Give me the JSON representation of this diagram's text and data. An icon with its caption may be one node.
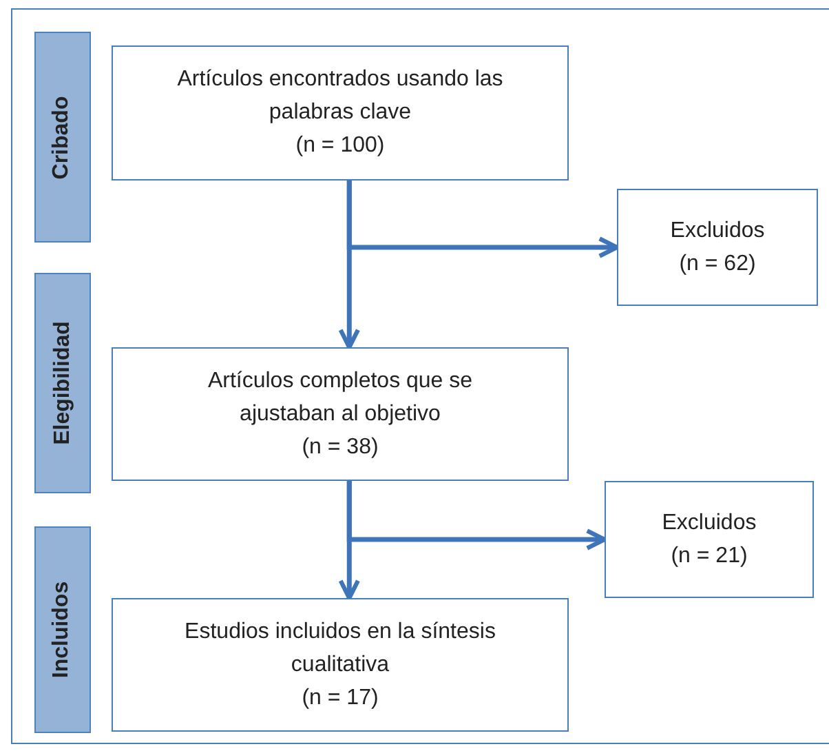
{
  "diagram": {
    "nodes": [
      {
        "text": [
          "Cribado"
        ]
      },
      {
        "text": [
          "Artículos encontrados usando las palabras clave",
          "(n = 100)"
        ]
      },
      {
        "text": [
          "Excluidos",
          "(n = 62)"
        ]
      },
      {
        "text": [
          "Elegibilidad"
        ]
      },
      {
        "text": [
          "Artículos completos que se ajustaban al objetivo",
          "(n = 38)"
        ]
      },
      {
        "text": [
          "Excluidos",
          "(n = 21)"
        ]
      },
      {
        "text": [
          "Incluidos"
        ]
      },
      {
        "text": [
          "Estudios incluidos en la síntesis cualitativa",
          "(n = 17)"
        ]
      }
    ],
    "edges": [
      {
        "from": 1,
        "to": 4,
        "arrow": "to"
      },
      {
        "from": 1,
        "to": 2,
        "arrow": "to"
      },
      {
        "from": 4,
        "to": 7,
        "arrow": "to"
      },
      {
        "from": 4,
        "to": 5,
        "arrow": "to"
      }
    ]
  }
}
